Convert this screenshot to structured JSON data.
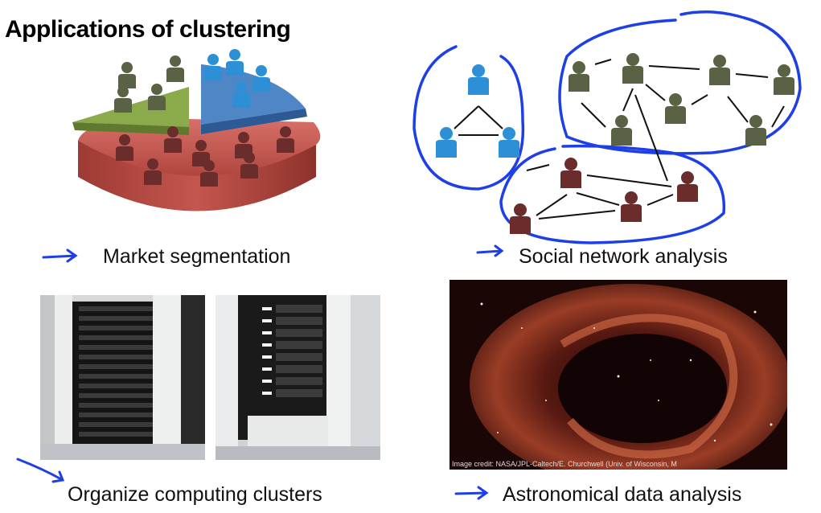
{
  "slide": {
    "title": "Applications of clustering",
    "captions": {
      "market": "Market segmentation",
      "social": "Social network analysis",
      "clusters": "Organize computing clusters",
      "astro": "Astronomical data analysis"
    },
    "image_credit": "Image credit: NASA/JPL-Caltech/E. Churchwell (Univ. of Wisconsin, M"
  },
  "colors": {
    "annotation_blue": "#1f3fe6",
    "pie_red": "#c65a52",
    "pie_green": "#86a84a",
    "pie_blue": "#4a7fc0",
    "person_red": "#6b2c2c",
    "person_olive": "#5a6245",
    "person_blue": "#2d8fd6"
  },
  "icons": {
    "person": "person-icon",
    "arrow": "handwritten-arrow-icon"
  }
}
